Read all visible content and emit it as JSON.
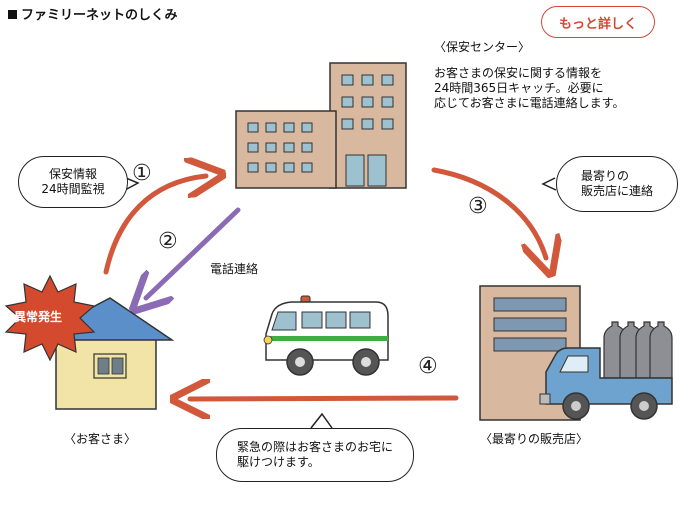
{
  "title": "ファミリーネットのしくみ",
  "detail_button": "もっと詳しく",
  "security_center": {
    "heading": "〈保安センター〉",
    "description_lines": [
      "お客さまの保安に関する情報を",
      "24時間365日キャッチ。必要に",
      "応じてお客さまに電話連絡します。"
    ]
  },
  "customer_label": "〈お客さま〉",
  "dealer_label": "〈最寄りの販売店〉",
  "alarm_badge": "異常発生",
  "steps": [
    {
      "number": "①",
      "bubble_lines": [
        "保安情報",
        "24時間監視"
      ]
    },
    {
      "number": "②",
      "caption": "電話連絡"
    },
    {
      "number": "③",
      "bubble_lines": [
        "最寄りの",
        "販売店に連絡"
      ]
    },
    {
      "number": "④",
      "bubble_lines": [
        "緊急の際はお客さまのお宅に",
        "駆けつけます。"
      ]
    }
  ],
  "colors": {
    "arrow_orange": "#d2583c",
    "arrow_purple": "#8a6bb4",
    "building_tan": "#d8b9a0",
    "window_blue": "#9ec1cf",
    "roof_blue": "#5b8fc9",
    "house_wall": "#f1e4a6",
    "alarm_red": "#d44a2f",
    "truck_blue": "#6ea3cf",
    "cylinder_grey": "#8e8e95",
    "van_green": "#3fae42"
  }
}
